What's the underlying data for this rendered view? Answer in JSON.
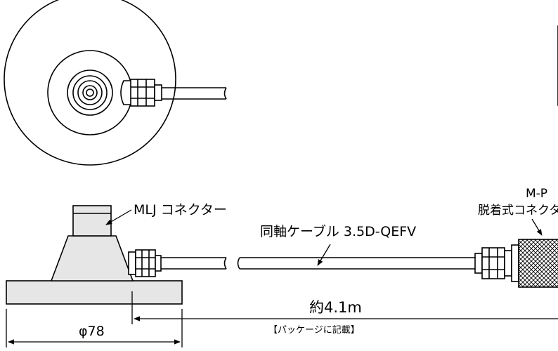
{
  "labels": {
    "mlj_connector": "MLJ コネクター",
    "mp_model": "M-P",
    "mp_connector": "脱着式コネクター",
    "coax_cable": "同軸ケーブル 3.5D-QEFV",
    "length": "約4.1m",
    "length_note": "【パッケージに記載】",
    "diameter": "φ78"
  },
  "colors": {
    "line": "#000000",
    "body_fill": "#e6e6e6",
    "background": "#ffffff"
  }
}
